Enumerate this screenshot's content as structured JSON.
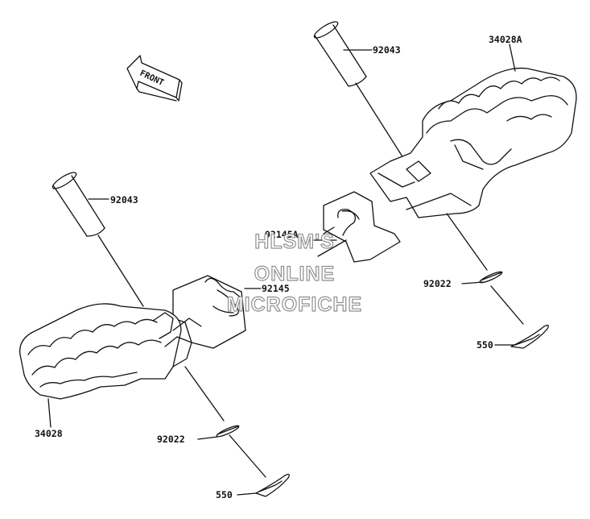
{
  "orientation": {
    "label": "FRONT"
  },
  "parts": {
    "pin_upper": "92043",
    "pin_lower": "92043",
    "footpeg_right": "34028A",
    "footpeg_left": "34028",
    "spring_a": "92145A",
    "spring_b": "92145",
    "washer_right": "92022",
    "washer_left": "92022",
    "cotter_right": "550",
    "cotter_left": "550"
  },
  "watermark": {
    "line1": "HLSM'S",
    "line2": "ONLINE",
    "line3": "MICROFICHE"
  },
  "colors": {
    "line": "#111111",
    "watermark_outline": "#8f8f8f",
    "background": "#ffffff"
  }
}
